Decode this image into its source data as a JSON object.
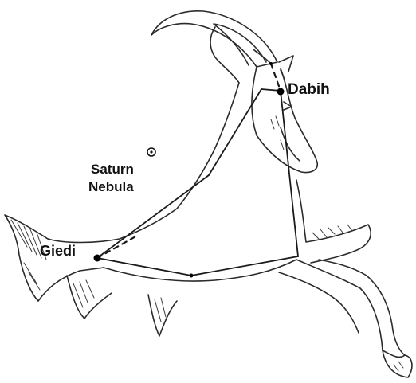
{
  "labels": {
    "star_top": "Dabih",
    "star_left": "Giedi",
    "nebula_line1": "Saturn",
    "nebula_line2": "Nebula"
  },
  "colors": {
    "ink": "#1a1a1a",
    "background": "#ffffff"
  },
  "icons": [
    "nebula-symbol-icon",
    "star-marker-icon"
  ]
}
